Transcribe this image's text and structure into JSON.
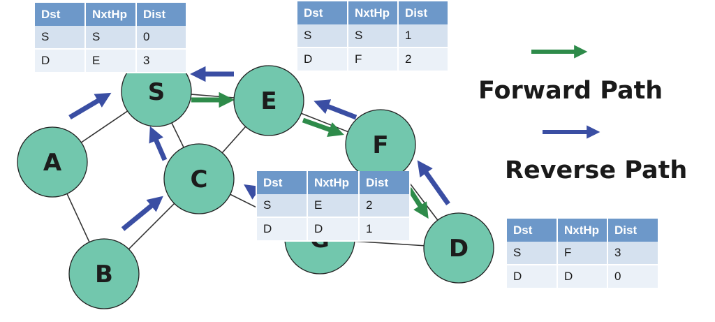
{
  "nodes": {
    "S": "S",
    "E": "E",
    "A": "A",
    "C": "C",
    "F": "F",
    "B": "B",
    "G": "G",
    "D": "D"
  },
  "legend": {
    "forward_label": "Forward Path",
    "reverse_label": "Reverse Path",
    "forward_color": "#2e8b4a",
    "reverse_color": "#3a4ea3"
  },
  "colors": {
    "node_fill": "#72c7ad",
    "header_fill": "#6d98c9"
  },
  "tables": {
    "s": {
      "headers": [
        "Dst",
        "NxtHp",
        "Dist"
      ],
      "rows": [
        [
          "S",
          "S",
          "0"
        ],
        [
          "D",
          "E",
          "3"
        ]
      ]
    },
    "e": {
      "headers": [
        "Dst",
        "NxtHp",
        "Dist"
      ],
      "rows": [
        [
          "S",
          "S",
          "1"
        ],
        [
          "D",
          "F",
          "2"
        ]
      ]
    },
    "c": {
      "headers": [
        "Dst",
        "NxtHp",
        "Dist"
      ],
      "rows": [
        [
          "S",
          "E",
          "2"
        ],
        [
          "D",
          "D",
          "1"
        ]
      ]
    },
    "d": {
      "headers": [
        "Dst",
        "NxtHp",
        "Dist"
      ],
      "rows": [
        [
          "S",
          "F",
          "3"
        ],
        [
          "D",
          "D",
          "0"
        ]
      ]
    }
  }
}
